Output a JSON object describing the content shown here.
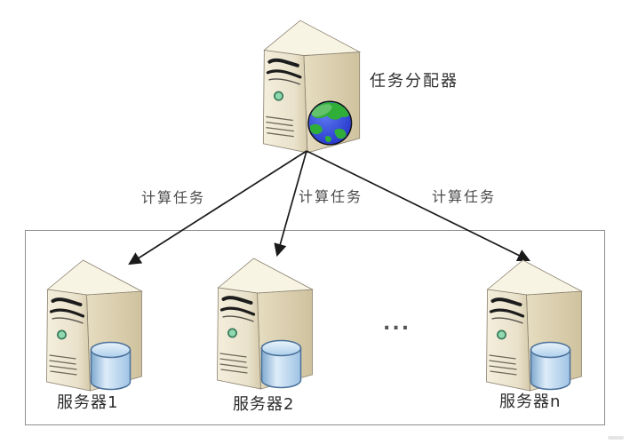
{
  "diagram": {
    "distributor": {
      "label": "任务分配器"
    },
    "edges": [
      {
        "label": "计算任务"
      },
      {
        "label": "计算任务"
      },
      {
        "label": "计算任务"
      }
    ],
    "servers": [
      {
        "label": "服务器1"
      },
      {
        "label": "服务器2"
      },
      {
        "label": "服务器n"
      }
    ],
    "ellipsis": "...",
    "colors": {
      "arrow": "#1a1a1a",
      "tower_front": "#f1ebd8",
      "tower_side": "#d9cda9",
      "globe_ocean": "#2733cc",
      "globe_land": "#2fae38",
      "database_fill": "#aecfeb",
      "group_border": "#8f8f8f",
      "label_text": "#3a3a3a"
    }
  }
}
